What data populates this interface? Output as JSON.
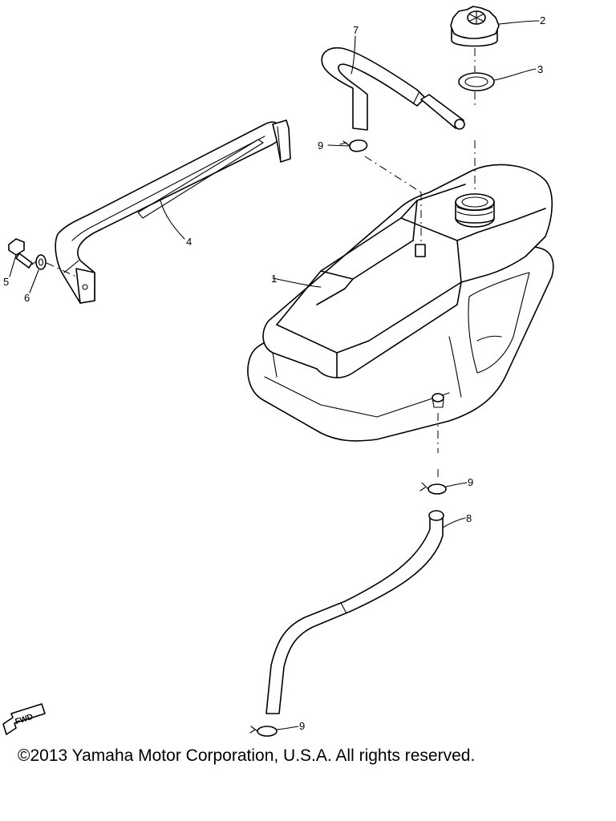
{
  "callouts": {
    "part_1": "1",
    "part_2": "2",
    "part_3": "3",
    "part_4": "4",
    "part_5": "5",
    "part_6": "6",
    "part_7": "7",
    "part_8": "8",
    "part_9a": "9",
    "part_9b": "9",
    "part_9c": "9"
  },
  "direction_label": "FWD",
  "copyright": "©2013 Yamaha Motor Corporation, U.S.A. All rights reserved."
}
